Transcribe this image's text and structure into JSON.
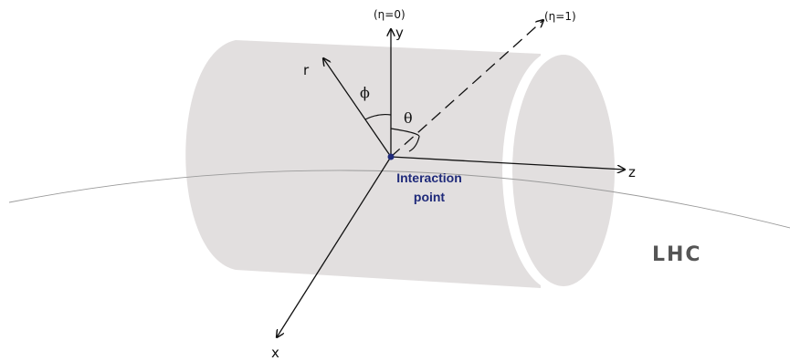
{
  "axes": {
    "y_label": "y",
    "x_label": "x",
    "z_label": "z",
    "r_label": "r"
  },
  "eta": {
    "zero_label": "(η=0)",
    "one_label": "(η=1)"
  },
  "angles": {
    "phi_label": "ϕ",
    "theta_label": "θ"
  },
  "interaction_point": {
    "line1": "Interaction",
    "line2": "point"
  },
  "ring": {
    "label": "LHC"
  },
  "colors": {
    "cylinder": "#e2dfdf",
    "ring_curve": "#9a9a9a",
    "axes": "#111111",
    "interaction_point": "#1f2a7a",
    "lhc_text": "#555555"
  }
}
